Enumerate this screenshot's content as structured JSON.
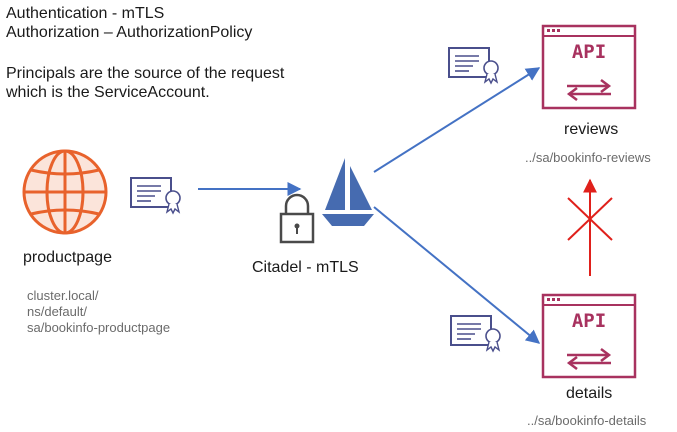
{
  "intro": {
    "authentication": "Authentication - mTLS",
    "authorization": "Authorization – AuthorizationPolicy",
    "principals_line1": "Principals are the source of the request",
    "principals_line2": "which is the ServiceAccount."
  },
  "nodes": {
    "productpage": {
      "label": "productpage",
      "path_lines": [
        "cluster.local/",
        "ns/default/",
        "sa/bookinfo-productpage"
      ]
    },
    "citadel": {
      "label": "Citadel - mTLS"
    },
    "reviews": {
      "label": "reviews",
      "path": "../sa/bookinfo-reviews",
      "api_text": "API"
    },
    "details": {
      "label": "details",
      "path": "../sa/bookinfo-details",
      "api_text": "API"
    }
  },
  "colors": {
    "globe": "#e8622c",
    "globe_fill": "#fbe4da",
    "certificate": "#4a4f8c",
    "api_box": "#a8325f",
    "arrow": "#4472c4",
    "denied": "#e0201b",
    "citadel": "#466bb0"
  },
  "icons": {
    "globe": "globe-icon",
    "certificate": "certificate-icon",
    "lock": "lock-icon",
    "sail": "sail-icon",
    "api": "api-window-icon",
    "deny": "x-icon"
  }
}
